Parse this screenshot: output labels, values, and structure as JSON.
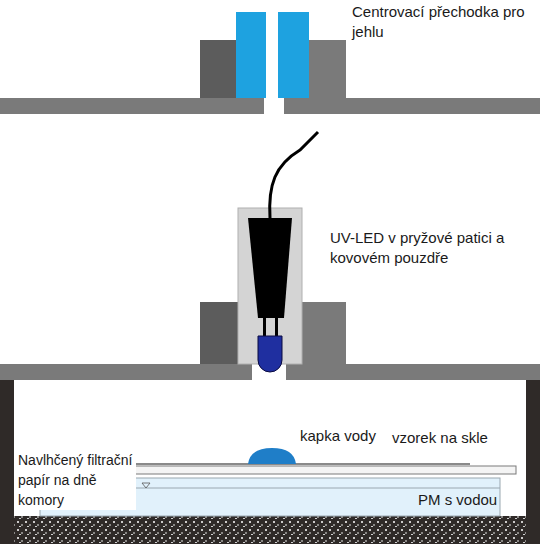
{
  "diagram": {
    "labels": [
      "Centrovací přechodka pro jehlu",
      "UV-LED v pryžové patici a kovovém pouzdře",
      "kapka vody",
      "vzorek na skle",
      "Navlhčený filtrační papír na dně komory",
      "PM s vodou"
    ]
  }
}
